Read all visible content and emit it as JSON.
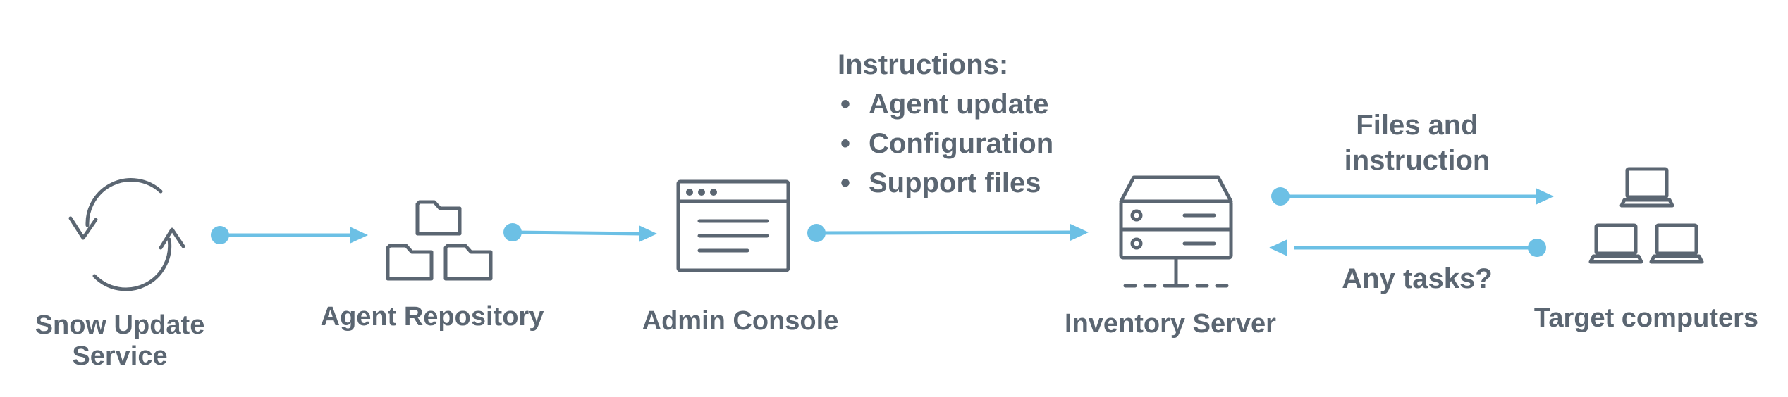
{
  "nodes": {
    "snow_update_service": {
      "label_line1": "Snow Update",
      "label_line2": "Service",
      "icon": "sync-icon"
    },
    "agent_repository": {
      "label": "Agent Repository",
      "icon": "folders-icon"
    },
    "admin_console": {
      "label": "Admin Console",
      "icon": "browser-window-icon"
    },
    "inventory_server": {
      "label": "Inventory Server",
      "icon": "server-icon"
    },
    "target_computers": {
      "label": "Target computers",
      "icon": "laptops-icon"
    }
  },
  "instructions": {
    "heading": "Instructions:",
    "items": [
      "Agent update",
      "Configuration",
      "Support files"
    ]
  },
  "edge_labels": {
    "files_line1": "Files and",
    "files_line2": "instruction",
    "tasks": "Any tasks?"
  },
  "colors": {
    "arrow": "#6cc0e5",
    "icon": "#5b6672",
    "text": "#5b6672"
  }
}
